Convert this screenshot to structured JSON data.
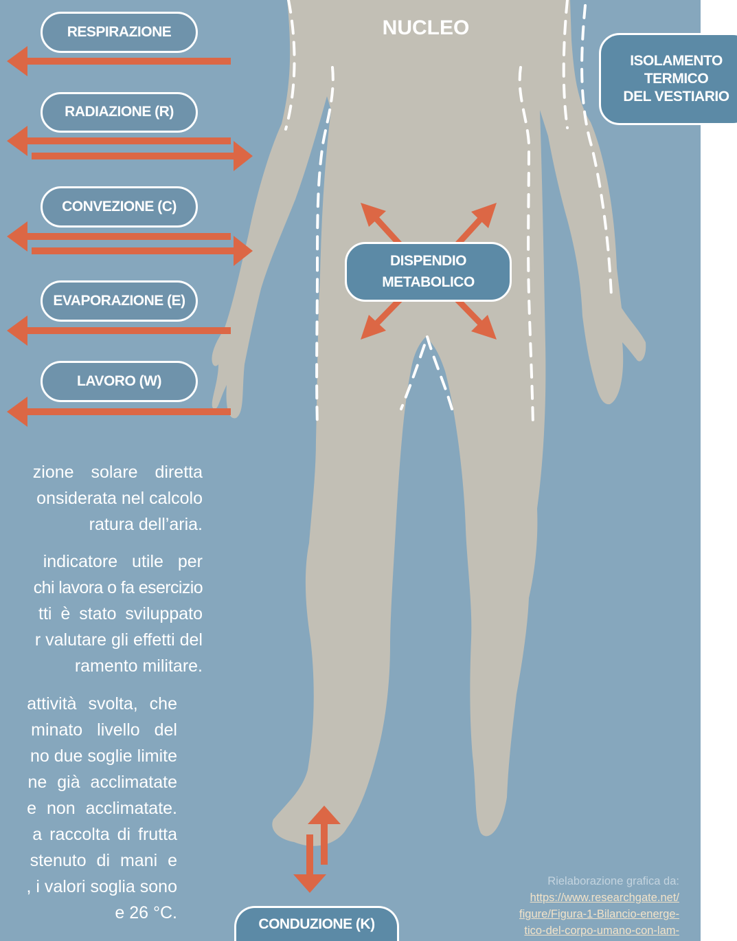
{
  "labels": {
    "respirazione": "RESPIRAZIONE",
    "radiazione": "RADIAZIONE (R)",
    "convezione": "CONVEZIONE (C)",
    "evaporazione": "EVAPORAZIONE (E)",
    "lavoro": "LAVORO (W)",
    "nucleo": "NUCLEO",
    "isolamento": [
      "ISOLAMENTO",
      "TERMICO",
      "DEL VESTIARIO"
    ],
    "dispendio": [
      "DISPENDIO",
      "METABOLICO"
    ],
    "conduzione": "CONDUZIONE (K)"
  },
  "body_text": {
    "paragraph_1": [
      "zione solare diretta",
      "onsiderata nel calcolo",
      "ratura dell’aria."
    ],
    "paragraph_2": [
      "indicatore utile per",
      "chi lavora o fa esercizio",
      "tti è stato sviluppato",
      "r valutare gli effetti del",
      "ramento militare."
    ],
    "paragraph_3": [
      "attività svolta, che",
      "minato livello del",
      "no due soglie limite",
      "ne già acclimatate",
      "e non acclimatate.",
      "a raccolta di frutta",
      "stenuto di mani e",
      ", i valori soglia sono",
      "e 26 °C."
    ]
  },
  "credit": {
    "label": "Rielaborazione grafica da:",
    "link_lines": [
      "https://www.researchgate.net/",
      "figure/Figura-1-Bilancio-energe-",
      "tico-del-corpo-umano-con-lam-"
    ]
  },
  "colors": {
    "background": "#86a7bd",
    "body_silhouette": "#c2bfb5",
    "arrow": "#dc6745",
    "label_fill": "#6f93ab",
    "label_border": "#ffffff"
  }
}
